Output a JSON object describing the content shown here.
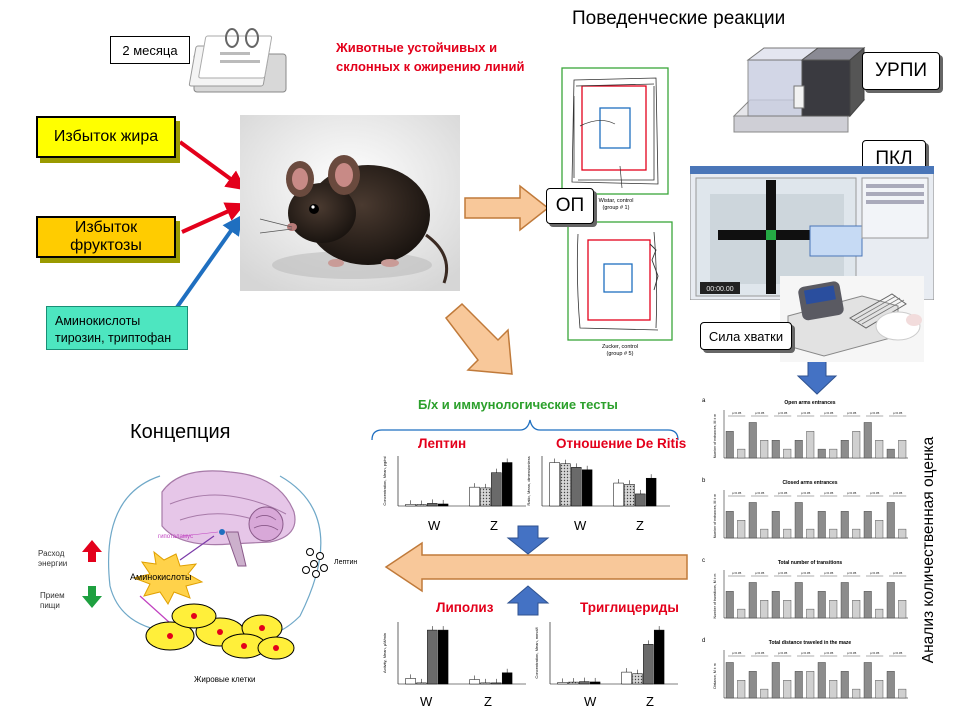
{
  "header": {
    "months_label": "2 месяца",
    "animals_label": "Животные устойчивых и склонных к ожирению линий",
    "behavior_title": "Поведенческие реакции",
    "concept_title": "Концепция"
  },
  "inputs": {
    "fat": "Избыток жира",
    "fructose": "Избыток фруктозы",
    "amino_line1": "Аминокислоты",
    "amino_line2": "тирозин, триптофан"
  },
  "tests": {
    "op": "ОП",
    "urpi": "УРПИ",
    "pkl": "ПКЛ",
    "grip": "Сила хватки",
    "maze1_caption1": "Wistar, control",
    "maze1_caption2": "(group # 1)",
    "maze2_caption1": "Zucker, control",
    "maze2_caption2": "(group # 5)",
    "timer": "00:00.00"
  },
  "biochem": {
    "title": "Б/х и иммунологические тесты",
    "leptin": "Лептин",
    "deritis": "Отношение De Ritis",
    "lipolysis": "Липолиз",
    "triglycerides": "Триглицериды",
    "w_label": "W",
    "z_label": "Z"
  },
  "concept": {
    "energy": "Расход энергии",
    "energy_line1": "Расход",
    "energy_line2": "энергии",
    "intake_line1": "Прием",
    "intake_line2": "пищи",
    "hypothalamus": "гипоталамус",
    "amino": "Аминокислоты",
    "leptin": "Лептин",
    "fat_cells": "Жировые клетки"
  },
  "analysis": {
    "title": "Анализ количественная оценка",
    "panel_a_title": "Open arms entrances",
    "panel_b_title": "Closed arms entrances",
    "panel_c_title": "Total number of transitions",
    "panel_d_title": "Total distance traveled in the maze",
    "letters": [
      "a",
      "b",
      "c",
      "d"
    ],
    "pval": "p<0.05",
    "ylabel_a": "Number of entrances, M ± m",
    "ylabel_b": "Number of entrances, M ± m",
    "ylabel_c": "Number of transitions, M ± m",
    "ylabel_d": "Distance, M ± m"
  },
  "colors": {
    "red_text": "#e3001b",
    "green_text": "#2ca02c",
    "yellow_box": "#ffff00",
    "orange_box": "#ffcc00",
    "teal_box": "#4de6c0",
    "arrow_fill": "#f8c89a",
    "blue_arrow": "#4472c4"
  },
  "chart_data": [
    {
      "type": "bar",
      "title": "Лептин",
      "categories": [
        "W",
        "Z"
      ],
      "series": [
        {
          "values": [
            12,
            130
          ]
        },
        {
          "values": [
            10,
            125
          ]
        },
        {
          "values": [
            18,
            230
          ]
        },
        {
          "values": [
            14,
            300
          ]
        }
      ],
      "ylabel": "Concentration, Mean, pg/ml"
    },
    {
      "type": "bar",
      "title": "Отношение De Ritis",
      "categories": [
        "W",
        "Z"
      ],
      "series": [
        {
          "values": [
            3.6,
            1.9
          ]
        },
        {
          "values": [
            3.5,
            1.8
          ]
        },
        {
          "values": [
            3.2,
            1.0
          ]
        },
        {
          "values": [
            3.0,
            2.3
          ]
        }
      ],
      "ylabel": "Ratio, Mean, dimensionless"
    },
    {
      "type": "bar",
      "title": "Липолиз",
      "categories": [
        "W",
        "Z"
      ],
      "series": [
        {
          "values": [
            5,
            4
          ]
        },
        {
          "values": [
            1,
            1
          ]
        },
        {
          "values": [
            48,
            1
          ]
        },
        {
          "values": [
            48,
            10
          ]
        }
      ],
      "ylabel": "Activity, Mean, μM/min"
    },
    {
      "type": "bar",
      "title": "Триглицериды",
      "categories": [
        "W",
        "Z"
      ],
      "series": [
        {
          "values": [
            1.0,
            7.5
          ]
        },
        {
          "values": [
            1.2,
            6.5
          ]
        },
        {
          "values": [
            1.5,
            25
          ]
        },
        {
          "values": [
            1.3,
            34
          ]
        }
      ],
      "ylabel": "Concentration, Mean, mmol/l"
    }
  ]
}
